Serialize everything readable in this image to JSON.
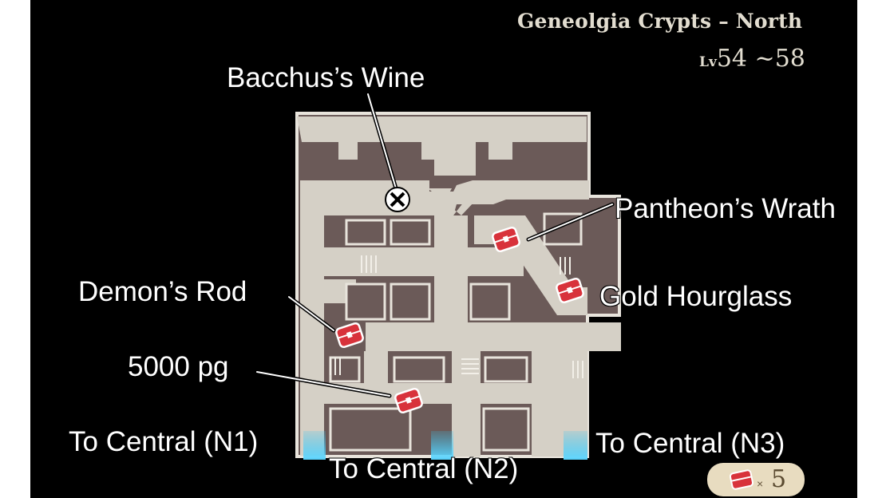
{
  "area": {
    "name": "Geneolgia Crypts – North",
    "level_prefix": "Lv",
    "level_range": "54 ~58"
  },
  "items": {
    "bacchus_wine": "Bacchus’s Wine",
    "pantheon_wrath": "Pantheon’s Wrath",
    "gold_hourglass": "Gold Hourglass",
    "demon_rod": "Demon’s Rod",
    "pg_5000": "5000 pg"
  },
  "exits": {
    "n1": "To Central (N1)",
    "n2": "To Central (N2)",
    "n3": "To Central (N3)"
  },
  "chests": {
    "multiplier": "×",
    "count": "5"
  },
  "colors": {
    "background": "#000000",
    "wall": "#dad5cd",
    "corridor": "#dad5cd",
    "room": "#6b5a58",
    "chest": "#d8323b",
    "exit_glow": "#38c4f0",
    "label_text": "#ffffff",
    "title_text": "#e2ddd0"
  },
  "icons": {
    "item_marker": "x-mark-icon",
    "treasure": "treasure-chest-icon",
    "exit": "exit-portal-icon"
  }
}
